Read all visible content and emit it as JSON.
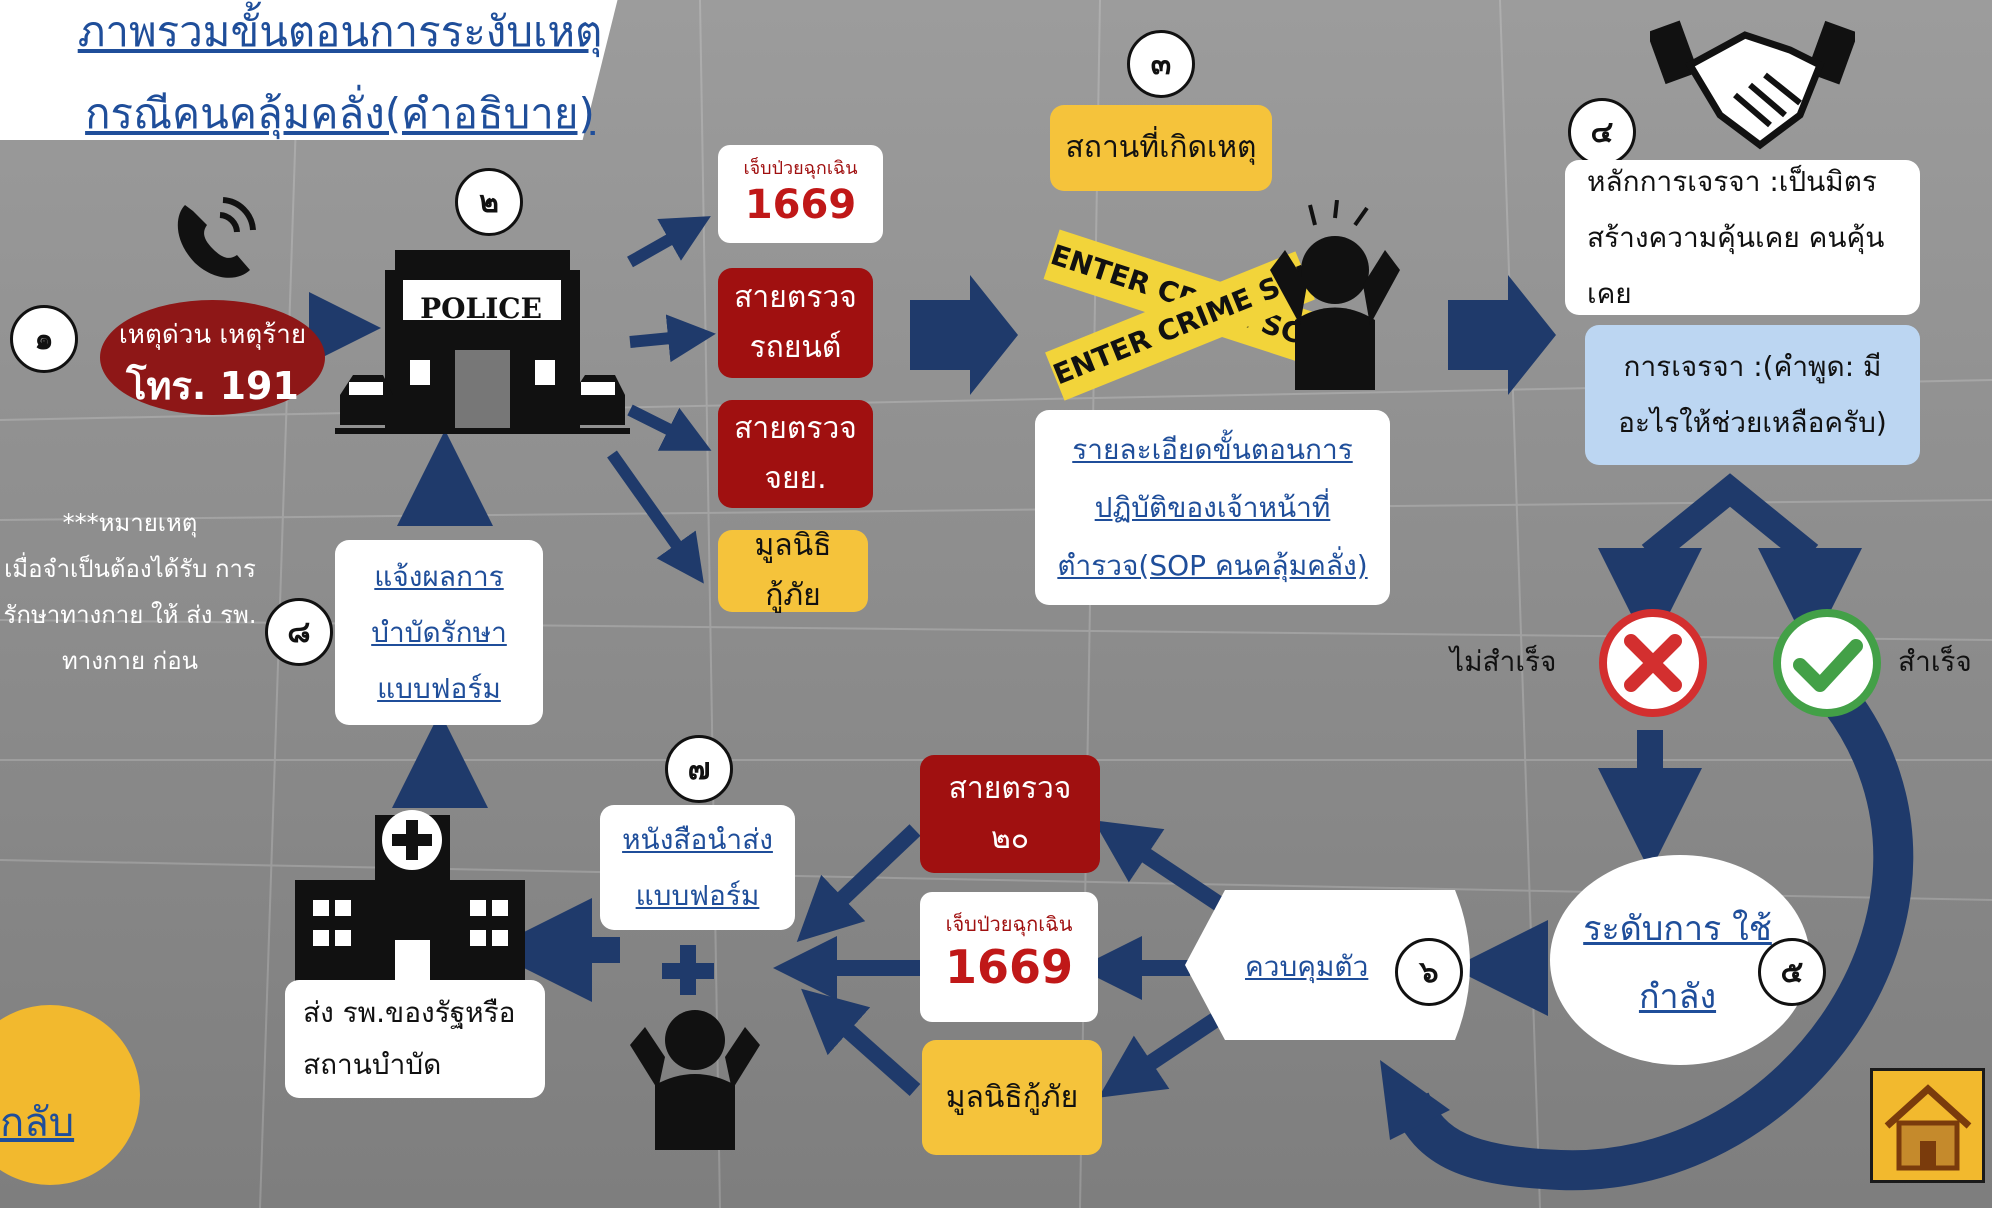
{
  "title": {
    "line1": "ภาพรวมขั้นตอนการระงับเหตุ",
    "line2": "กรณีคนคลุ้มคลั่ง(คำอธิบาย)"
  },
  "steps": {
    "s1": "๑",
    "s2": "๒",
    "s3": "๓",
    "s4": "๔",
    "s5": "๕",
    "s6": "๖",
    "s7": "๗",
    "s8": "๘"
  },
  "emergency": {
    "line1": "เหตุด่วน เหตุร้าย",
    "line2": "โทร. 191"
  },
  "police_sign": "POLICE",
  "hotline_badge": {
    "top": "เจ็บป่วยฉุกเฉิน",
    "number": "1669"
  },
  "dispatch": {
    "patrol_car": "สายตรวจ รถยนต์",
    "patrol_bike": "สายตรวจ จยย.",
    "foundation": "มูลนิธิกู้ภัย"
  },
  "scene": {
    "place": "สถานที่เกิดเหตุ",
    "tape": "ENTER CRIME SCENE-DO NOT",
    "sop_link": "รายละเอียดขั้นตอนการ ปฏิบัติของเจ้าหน้าที่ ตำรวจ(SOP คนคลุ้มคลั่ง)"
  },
  "negotiation": {
    "principle": "หลักการเจรจา :เป็นมิตร สร้างความคุ้นเคย คนคุ้นเคย",
    "speech": "การเจรจา :(คำพูด: มี อะไรให้ช่วยเหลือครับ)"
  },
  "outcomes": {
    "fail": "ไม่สำเร็จ",
    "success": "สำเร็จ"
  },
  "force_level_link": "ระดับการ ใช้กำลัง",
  "control_link": "ควบคุมตัว",
  "return_patrol": "สายตรวจ ๒๐",
  "referral_link": "หนังสือนำส่ง แบบฟอร์ม",
  "hospital_caption": "ส่ง รพ.ของรัฐหรือ สถานบำบัด",
  "treatment_result_link": "แจ้งผลการ บำบัดรักษา แบบฟอร์ม",
  "note": {
    "heading": "***หมายเหตุ",
    "body": "เมื่อจำเป็นต้องได้รับ การรักษาทางกาย ให้ ส่ง รพ. ทางกาย ก่อน"
  },
  "back_link": "กลับ",
  "colors": {
    "red": "#a01010",
    "yellow": "#f5c33b",
    "navy": "#1f3a6b",
    "blue_box": "#bcd6f2",
    "fail": "#d32f2f",
    "success": "#43a047"
  },
  "icons": [
    "phone-icon",
    "police-station-icon",
    "police-car-icon",
    "stressed-person-icon",
    "handshake-icon",
    "hospital-icon",
    "cross-icon",
    "check-icon",
    "home-icon"
  ]
}
